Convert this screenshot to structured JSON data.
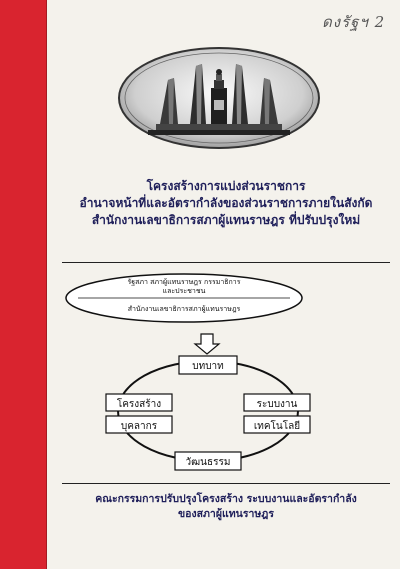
{
  "colors": {
    "spine": "#d9242f",
    "title": "#1f1f5a",
    "paper": "#f4f2ec"
  },
  "handwritten_note": "ดงรัฐฯ 2",
  "title_lines": [
    "โครงสร้างการแบ่งส่วนราชการ",
    "อำนาจหน้าที่และอัตรากำลังของส่วนราชการภายในสังกัด",
    "สำนักงานเลขาธิการสภาผู้แทนราษฎร ที่ปรับปรุงใหม่"
  ],
  "diagram": {
    "top_line1": "รัฐสภา สภาผู้แทนราษฎร กรรมาธิการ",
    "top_line2": "และประชาชน",
    "bottom_line": "สำนักงานเลขาธิการสภาผู้แทนราษฎร",
    "nodes": {
      "role": "บทบาท",
      "structure": "โครงสร้าง",
      "system": "ระบบงาน",
      "personnel": "บุคลากร",
      "technology": "เทคโนโลยี",
      "culture": "วัฒนธรรม"
    }
  },
  "footer_lines": [
    "คณะกรรมการปรับปรุงโครงสร้าง ระบบงานและอัตรากำลัง",
    "ของสภาผู้แทนราษฎร"
  ]
}
